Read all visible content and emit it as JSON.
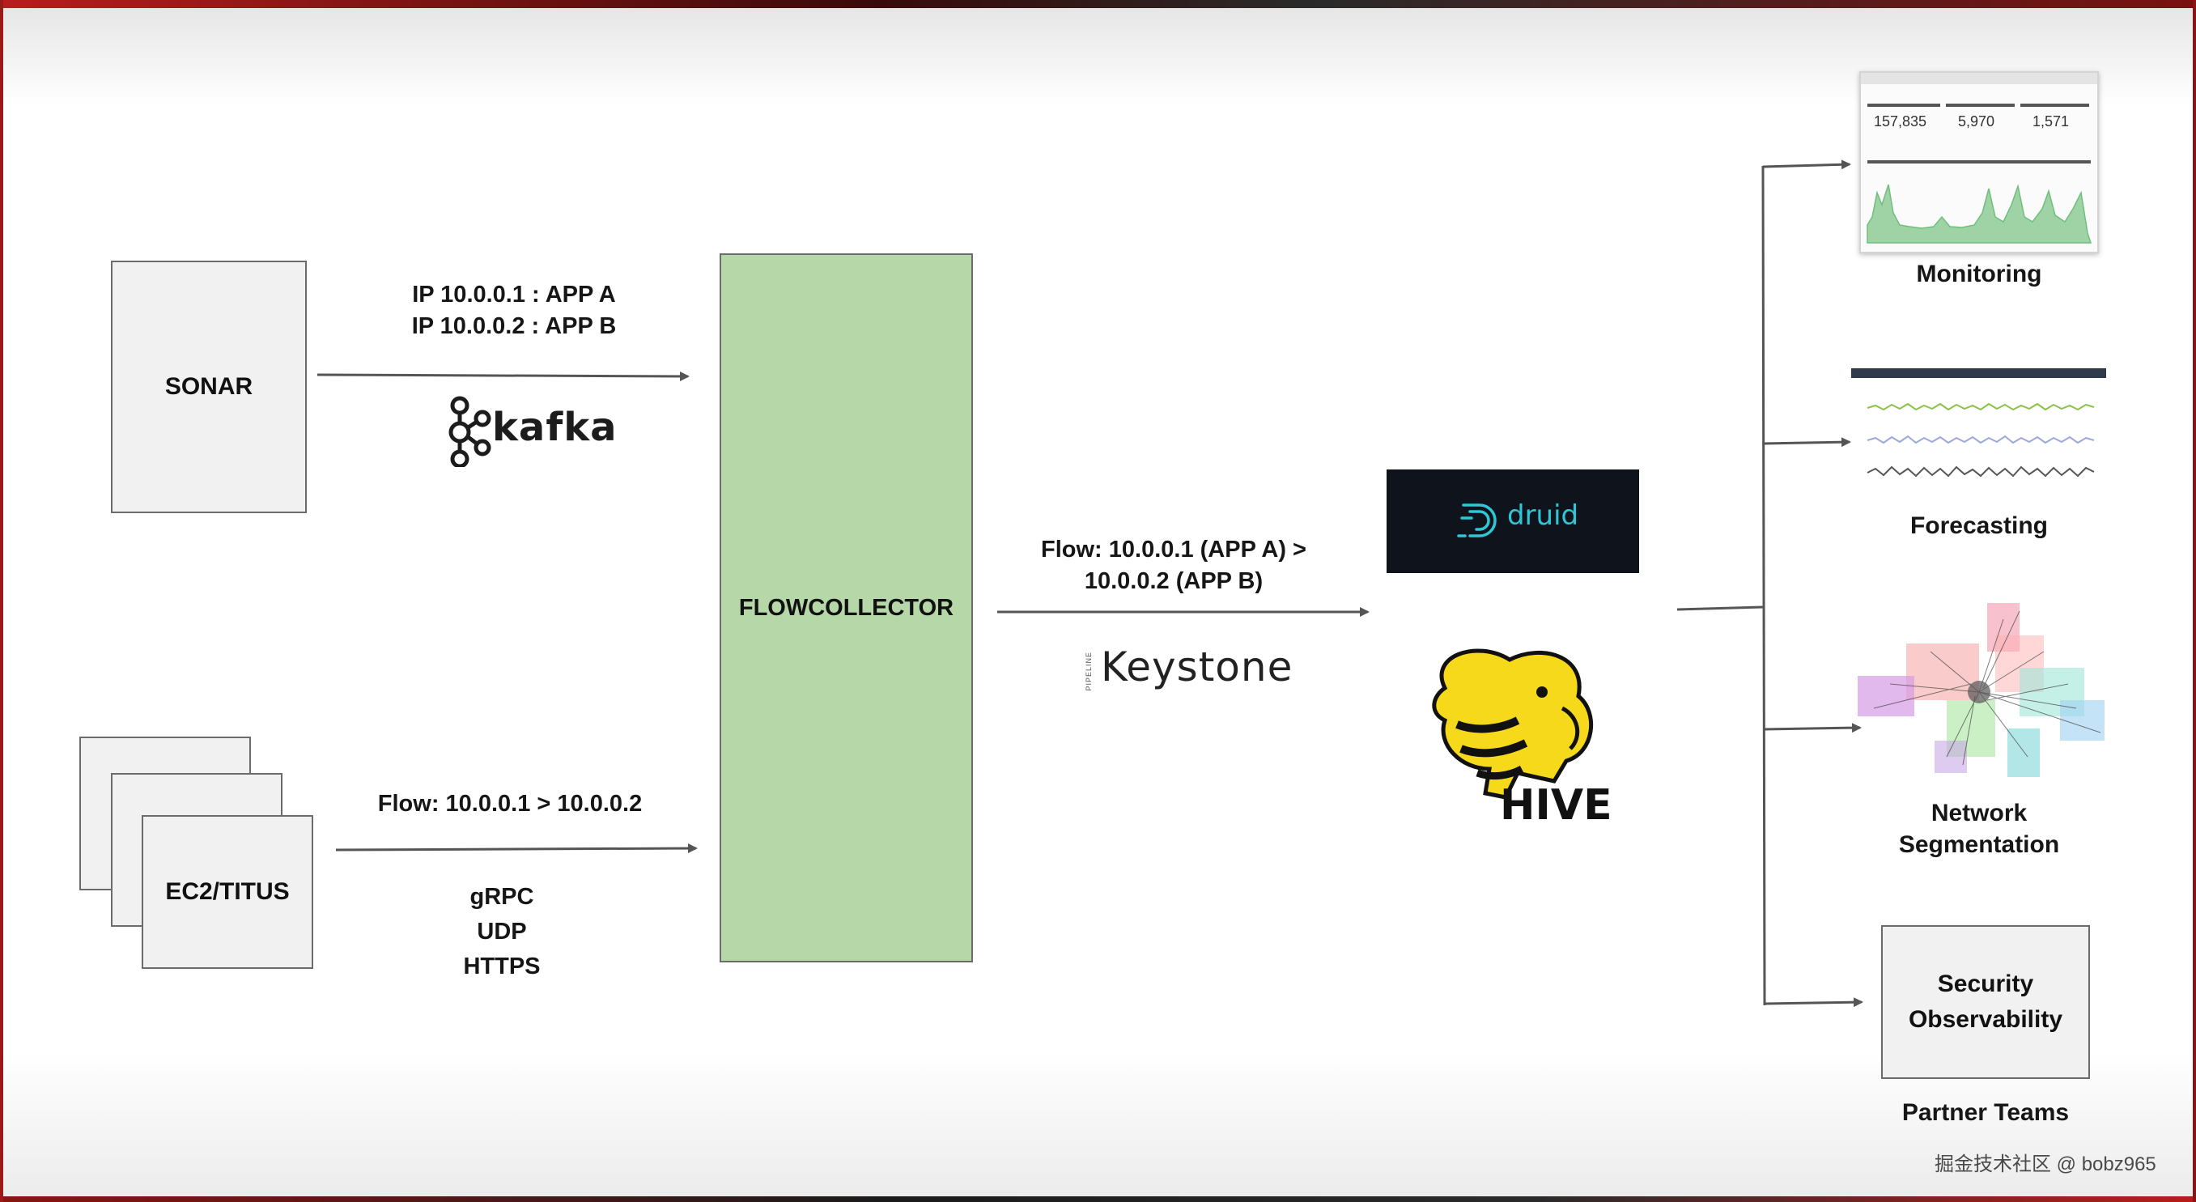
{
  "sources": {
    "sonar": "SONAR",
    "ec2": "EC2/TITUS"
  },
  "edges": {
    "sonar_line1": "IP 10.0.0.1 : APP A",
    "sonar_line2": "IP 10.0.0.2 : APP B",
    "kafka": "kafka",
    "ec2_flow": "Flow: 10.0.0.1 > 10.0.0.2",
    "protocols": [
      "gRPC",
      "UDP",
      "HTTPS"
    ],
    "collector_flow_line1": "Flow: 10.0.0.1 (APP A)  >",
    "collector_flow_line2": "10.0.0.2 (APP B)",
    "keystone": "Keystone",
    "keystone_pipeline": "PIPELINE"
  },
  "collector": {
    "label": "FLOWCOLLECTOR",
    "color": "#b6d7a8"
  },
  "stores": {
    "druid": "druid",
    "hive": "HIVE"
  },
  "consumers": {
    "monitoring": {
      "label": "Monitoring",
      "stats": [
        "157,835",
        "5,970",
        "1,571"
      ]
    },
    "forecasting": "Forecasting",
    "network_line1": "Network",
    "network_line2": "Segmentation",
    "security_line1": "Security",
    "security_line2": "Observability",
    "partner": "Partner Teams"
  },
  "watermark": "掘金技术社区 @ bobz965",
  "colors": {
    "arrow": "#555555",
    "druid_bg": "#0f141c",
    "druid_accent": "#2ec7d6",
    "hive_yellow": "#f6d91a"
  }
}
